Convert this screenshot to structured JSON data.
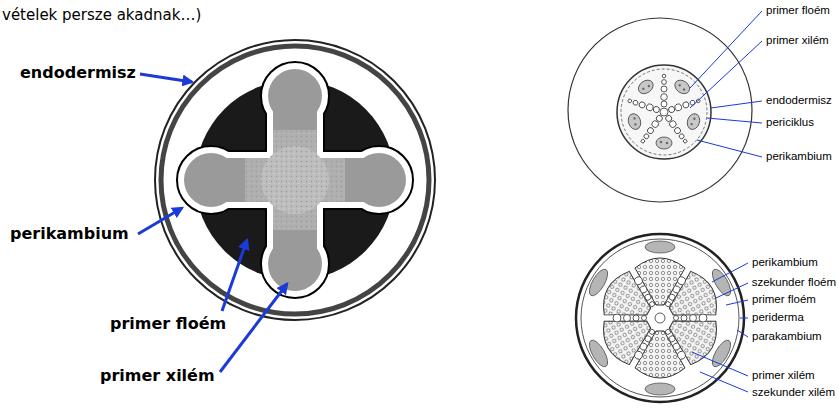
{
  "diagram": {
    "labels": [
      "vételek persze akadnak…)",
      "endodermisz",
      "perikambium",
      "primer floém",
      "primer xilém",
      "primer floém",
      "primer xilém",
      "endodermisz",
      "periciklus",
      "perikambium",
      "perikambium",
      "szekunder floém",
      "primer floém",
      "periderma",
      "parakambium",
      "primer xilém",
      "szekunder xilém"
    ]
  }
}
